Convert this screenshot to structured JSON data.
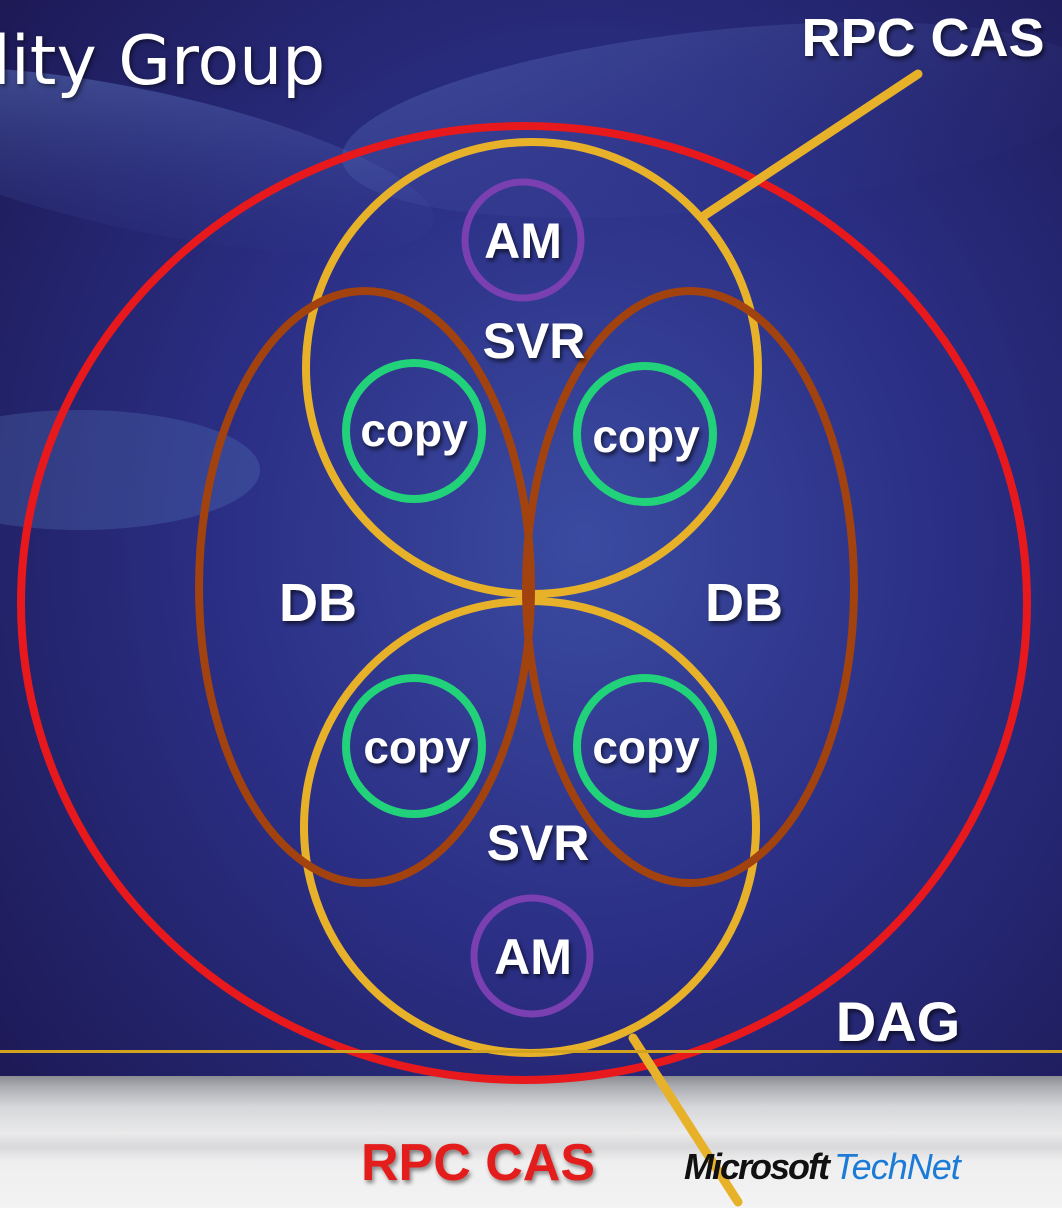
{
  "slide": {
    "title": "lity Group"
  },
  "diagram": {
    "labels": {
      "rpc_cas_top": "RPC CAS",
      "rpc_cas_bottom": "RPC CAS",
      "dag": "DAG",
      "db_left": "DB",
      "db_right": "DB",
      "svr_top": "SVR",
      "svr_bottom": "SVR",
      "am_top": "AM",
      "am_bottom": "AM",
      "copy_top_left": "copy",
      "copy_top_right": "copy",
      "copy_bottom_left": "copy",
      "copy_bottom_right": "copy"
    },
    "colors": {
      "dag_ring": "#e8191d",
      "server_ring": "#e7b22a",
      "database_ring": "#a2420f",
      "copy_ring": "#22d27a",
      "am_ring": "#7a3fb0",
      "rpc_cas_bottom_text": "#e31b1b"
    }
  },
  "footer": {
    "brand_microsoft": "Microsoft",
    "brand_technet": "TechNet"
  }
}
